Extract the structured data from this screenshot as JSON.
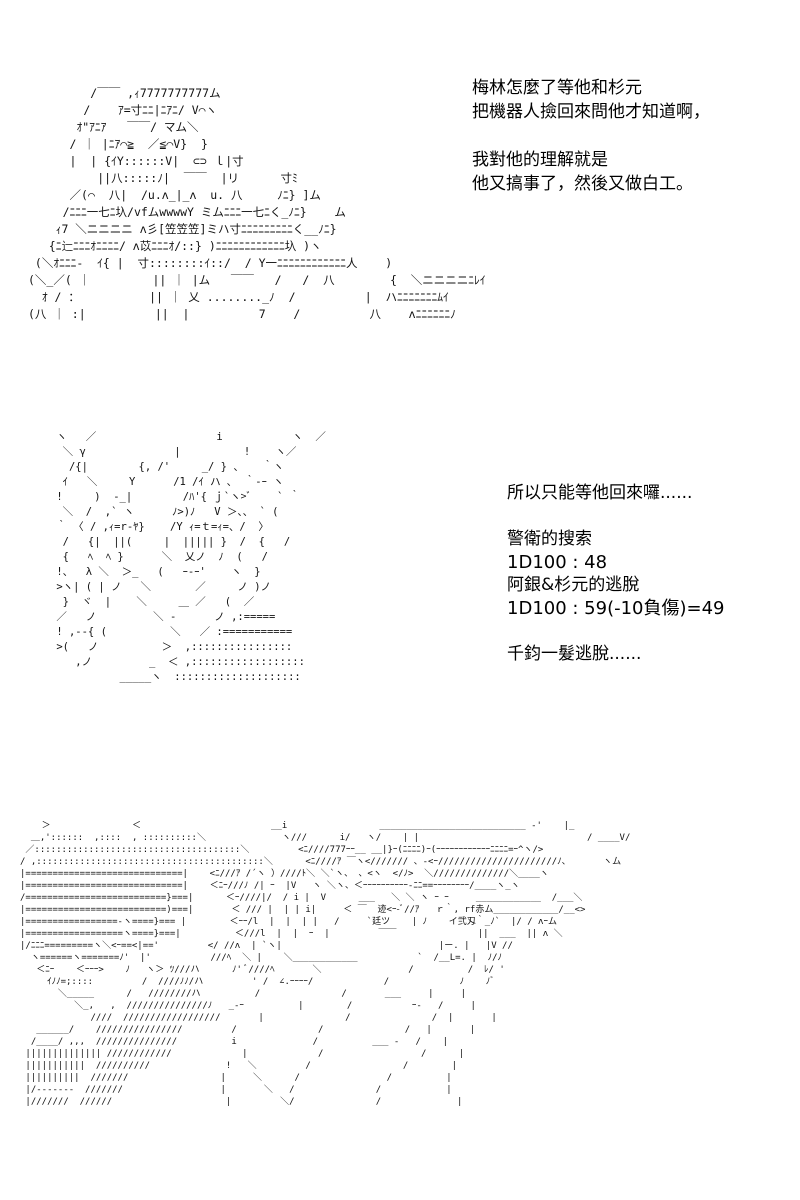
{
  "panel1": {
    "narration": [
      "梅林怎麼了等他和杉元",
      "把機器人撿回來問他才知道啊，",
      "",
      "我對他的理解就是",
      "他又搞事了，然後又做白工。"
    ],
    "art": "         /￣￣ ,ｨ7777777777ム\n        /    ｱ=寸ﾆﾆ|ﾆｱﾆ/ V⌒ヽ\n       ｵ\"ｱﾆｱ   ￣￣/ マム＼\n      / ｜ |ﾆｱ⌒≧  ／≦⌒V}  }\n      |  | {ｲY::::::V|  ⊂⊃ ｌ|寸\n          ||八:::::ﾉ|  ￣￣  |リ      寸ﾐ\n      ／(⌒  八|  /u.ʌ_|_ʌ  u. 八     ﾉﾆ} ]ム\n     /ﾆﾆﾆ一七ﾆ圦/vfムwwwwY ミムﾆﾆﾆ一七ﾆく_ﾉﾆ}    ム\n    ｨ7 ＼ニニニニ ʌ彡[笠笠笠]ミハ寸ﾆﾆﾆﾆﾆﾆﾆﾆﾆく__ﾉﾆ}\n   {ﾆ辷ﾆﾆﾆｵﾆﾆﾆﾆ/ ʌ苡ﾆﾆﾆｵ/::} )ﾆﾆﾆﾆﾆﾆﾆﾆﾆﾆﾆﾆ圦 )ヽ\n (＼ｵﾆﾆﾆ-  ｲ{ |  寸::::::::ｲ::/  / Y一ﾆﾆﾆﾆﾆﾆﾆﾆﾆﾆﾆﾆ人    )\n(＼_／( ｜         || ｜ |ム   ￣￣   /   /  八        {  ＼ニニニニﾆﾚｲ\n  ｵ / ：          || ｜ 乂 ........_ﾉ  /          |  ハﾆﾆﾆﾆﾆﾆﾆﾑｲ\n(八 ｜ :|          ||  |          7    /          八    ʌﾆﾆﾆﾆﾆﾆﾉ"
  },
  "panel2": {
    "narration": [
      "所以只能等他回來囉......",
      "",
      "警衛的搜索",
      "1D100 : 48",
      "阿銀&杉元的逃脫",
      "1D100 : 59(-10負傷)=49",
      "",
      "千鈞一髮逃脫......"
    ],
    "art": " ヽ   ／                   i           ヽ  ／\n  ＼ γ              |          !    ヽ／\n   /{|        {, /'     _/ } 、   ｀ヽ\n  ｲ   ＼     Y      /1 /ｲ ハ ､  ｀-ｰ ヽ\n !     )  -_|        /ﾊ'{ ｊ`ヽ>ﾞ    ` ｀\n  ＼  /  ,` ヽ      ﾉ>)ﾉ   V ＞、、 ` (\n ｀ 〈 / ,ｨ=r-ﾔ}    /Y ｨ=ｔ=ｨ=、/  〉\n  /   {|  ||(     |  ||||| }  /  {   /\n  {   ﾍ  ﾍ }      ＼  乂ノ  ﾉ  (   /\n !、  λ ＼  ＞_   (   ｰ-ｰ'    ヽ  }\n >ヽ| ( | ノ   ＼       ／     ノ )ノ\n  }  ヾ  |    ＼     ＿ ／   (  ／\n ／   ノ         ＼ -      ノ ,:=====\n ! ,--{ (          ＼   ／ :===========\n >(   ノ          ＞  ,::::::::::::::::\n    ,ノ         _  ＜ ,::::::::::::::::::\n           _____ヽ  ::::::::::::::::::::"
  },
  "panel3": {
    "art": "    ＞               ＜                        __i                 ___________________________ -'    |_\n  ＿,'::::::  ,::::  , ::::::::::＼              ヽ///      i/   ヽ/    | |                               / ____V/\n ／::::::::::::::::::::::::::::::::::::::＼         <ﾆ////777ｰｰ__ __|}ｰ(ﾆﾆﾆﾆ)ｰ(ｰｰｰｰｰｰｰｰｰｰｰｰﾆﾆﾆﾆ=ｰ^ヽ/>\n/ ,::::::::::::::::::::::::::::::::::::::::::＼      <ﾆ////ｱ ￣ヽ</////// 、-<ｰ//////////////////////ﾉ、      ヽム\n|=============================|    <ﾆ///ｱ /´ヽ ）////ﾄ＼ ＼`ヽ、 、<ヽ  </ﾉ>  ＼//////////////＼____ヽ\n|=============================|    ＜ﾆｰ///ﾉ /| ｰ  |V   ヽ ＼ヽ、＜ｰｰｰｰｰｰｰｰｰｰ-ﾆﾆ==ｰｰｰｰｰｰｰｰ/____ヽ_ヽ\n/==========================}===|      ＜ｰ////|/  / i |  V      ___   ＼ ＼ ヽ ｰ ｰ     ____________  /___＼\n|==========================)===|       ＜ /// |  | | i|     ＜ ￣  迹<ｰ-ﾞ//ｱ   ｒ｀, rf赤ム____________/__<>\n|=================-ヽ====}=== |        ＜ｰｰ/l  |  |  | |   /     `廷ツ    | ﾉ    イ弐刄｀_ﾉ`  |/ / ʌｰム\n|==================ヽ====}===|          ＜///l  |  |  ｰ  |         ￣￣               ||  ___  || ʌ ＼\n|/ﾆﾆﾆ=========ヽ＼<ｰ==<|=='         </ //ʌ  | `ヽ|                             |ー. |   |V //\n  ヽ======ヽ=======ﾉ'  |'           ///ﾍ  ＼ |    ＼____________           `  /__L=. |  ﾉ/ﾉ\n   ＜ﾆｰ    ＜ｰｰｰ>    ﾉ   ヽ＞ ﾂ///ハ      ﾉ' ﾞ////ﾍ       ＼                /          /  ﾚ/ '\n     ｲﾉﾉ=;::::         /  ////ﾉﾉ/ハ         ' /  ∠.ｰｰｰｰ/             /             ﾉ    ﾉﾞ\n       ＼_____      /   ////////ハ          /               /       ___     |     |\n          ＼_,   ,  ///////////////ﾉ   _-ｰ          |        /           ｰ-   /     |\n             ////  //////////////////       |               /               /  |       |\n   ______/    ////////////////         /               /               /   |       |\n  /____/ ,,,  ///////////////          i              /          ___ -   /    |\n |||||||||||||| ////////////             |             /                  /      |\n |||||||||||  //////////              !   ＼         /                 /        |\n ||||||||||  ///////                 |     ＼      /                /          |\n |/-------  ///////                  |       ＼   /               /            |\n |///////  //////                     |         ＼/               /              |"
  }
}
